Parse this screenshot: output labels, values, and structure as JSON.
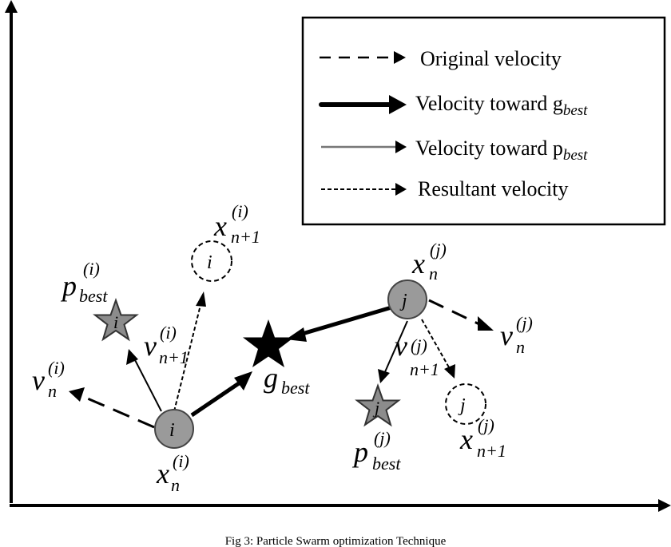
{
  "figure": {
    "caption": "Fig 3: Particle Swarm optimization Technique",
    "colors": {
      "line": "#000000",
      "particle_fill": "#9a9a9a",
      "pbest_fill": "#8c8c8c",
      "gbest_fill": "#000000",
      "pbest_arrow": "#333333",
      "background": "#ffffff"
    }
  },
  "legend": {
    "items": [
      {
        "label": "Original velocity",
        "subscript": "",
        "style": "long-dash"
      },
      {
        "label": "Velocity toward g",
        "subscript": "best",
        "style": "thick-solid"
      },
      {
        "label": "Velocity toward p",
        "subscript": "best",
        "style": "thin-solid"
      },
      {
        "label": "Resultant velocity",
        "subscript": "",
        "style": "short-dash"
      }
    ]
  },
  "particles": {
    "i": {
      "symbol": "i",
      "position_label": {
        "base": "x",
        "sub": "n",
        "sup": "(i)"
      },
      "next_position_label": {
        "base": "x",
        "sub": "n+1",
        "sup": "(i)"
      },
      "pbest_label": {
        "base": "p",
        "sub": "best",
        "sup": "(i)"
      },
      "velocity_label": {
        "base": "v",
        "sub": "n",
        "sup": "(i)"
      },
      "next_velocity_label": {
        "base": "v",
        "sub": "n+1",
        "sup": "(i)"
      }
    },
    "j": {
      "symbol": "j",
      "position_label": {
        "base": "x",
        "sub": "n",
        "sup": "(j)"
      },
      "next_position_label": {
        "base": "x",
        "sub": "n+1",
        "sup": "(j)"
      },
      "pbest_label": {
        "base": "p",
        "sub": "best",
        "sup": "(j)"
      },
      "velocity_label": {
        "base": "v",
        "sub": "n",
        "sup": "(j)"
      },
      "next_velocity_label": {
        "base": "v",
        "sub": "n+1",
        "sup": "(j)"
      }
    }
  },
  "gbest": {
    "base": "g",
    "sub": "best"
  }
}
